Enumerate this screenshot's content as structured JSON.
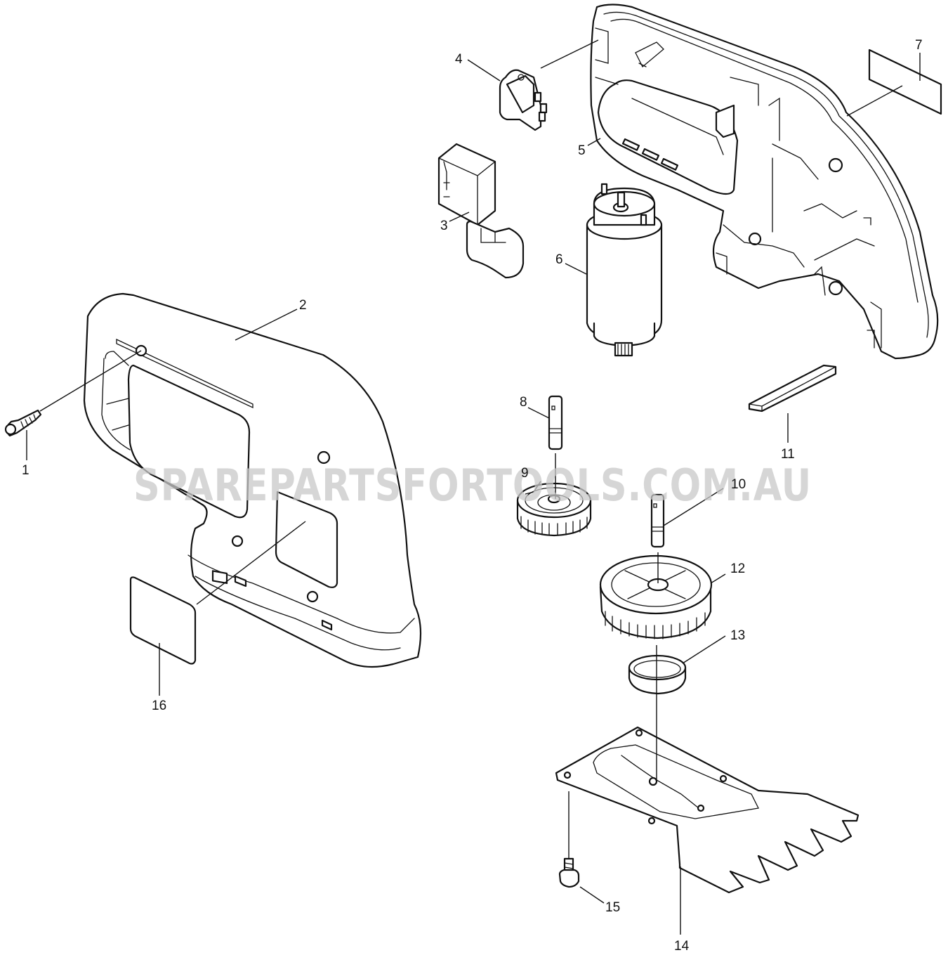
{
  "diagram": {
    "type": "exploded-parts-diagram",
    "subject": "cordless grass shear",
    "background": "#ffffff",
    "line_color": "#111111",
    "watermark": {
      "text": "SPAREPARTSFORTOOLS.COM.AU",
      "color": "#c8c8c8"
    },
    "parts": [
      {
        "number": "1",
        "label": "1",
        "name": "tapping-screw"
      },
      {
        "number": "2",
        "label": "2",
        "name": "housing-left"
      },
      {
        "number": "3",
        "label": "3",
        "name": "switch"
      },
      {
        "number": "4",
        "label": "4",
        "name": "terminal"
      },
      {
        "number": "5",
        "label": "5",
        "name": "housing-right"
      },
      {
        "number": "6",
        "label": "6",
        "name": "dc-motor"
      },
      {
        "number": "7",
        "label": "7",
        "name": "name-plate"
      },
      {
        "number": "8",
        "label": "8",
        "name": "pin-short"
      },
      {
        "number": "9",
        "label": "9",
        "name": "spur-gear"
      },
      {
        "number": "10",
        "label": "10",
        "name": "pin-long"
      },
      {
        "number": "11",
        "label": "11",
        "name": "rubber-bar"
      },
      {
        "number": "12",
        "label": "12",
        "name": "cam-gear"
      },
      {
        "number": "13",
        "label": "13",
        "name": "ring"
      },
      {
        "number": "14",
        "label": "14",
        "name": "shear-blade"
      },
      {
        "number": "15",
        "label": "15",
        "name": "blade-screw"
      },
      {
        "number": "16",
        "label": "16",
        "name": "label-sticker"
      }
    ]
  }
}
